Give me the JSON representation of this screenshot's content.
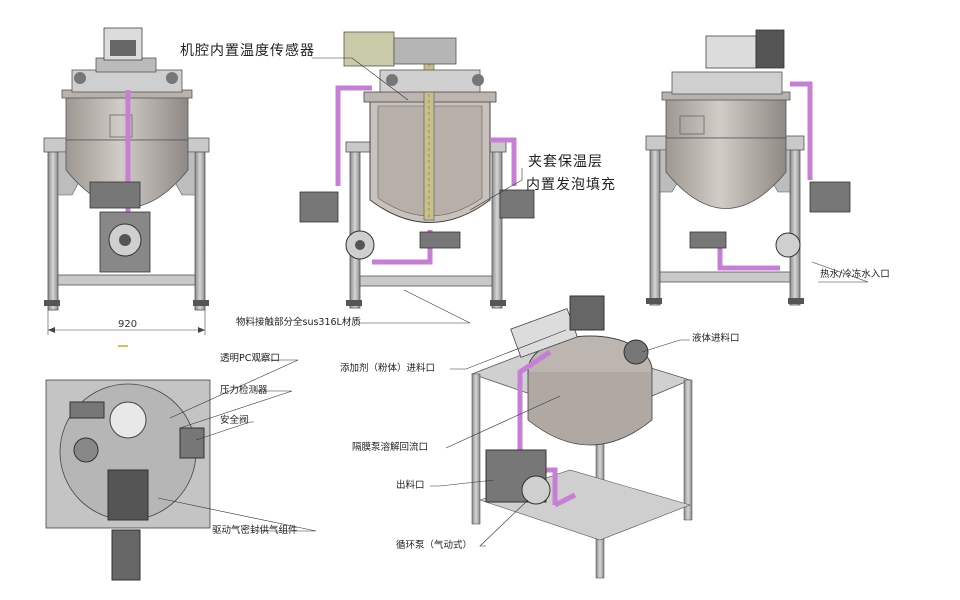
{
  "colors": {
    "pipe": "#c77fd6",
    "frame": "#a8a8a8",
    "tank": "#bdb6b0",
    "tank_dark": "#8c8580",
    "dark": "#3a3a3a",
    "motor": "#d9d9d9",
    "accent_yellow": "#d8c060",
    "motor_olive": "#c9caa8"
  },
  "labels": {
    "sensor": "机腔内置温度传感器",
    "jacket_line1": "夹套保温层",
    "jacket_line2": "内置发泡填充",
    "hot_cold_water": "热水/冷冻水入口",
    "material_316l": "物料接触部分全sus316L材质",
    "dimension_920": "920",
    "pc_window": "透明PC观察口",
    "pressure": "压力检测器",
    "safety_valve": "安全阀",
    "seal_gas": "驱动气密封供气组件",
    "additive_inlet": "添加剂（粉体）进料口",
    "liquid_inlet": "液体进料口",
    "diaphragm_return": "隔膜泵溶解回流口",
    "outlet": "出料口",
    "circulation_pump": "循环泵（气动式）"
  }
}
